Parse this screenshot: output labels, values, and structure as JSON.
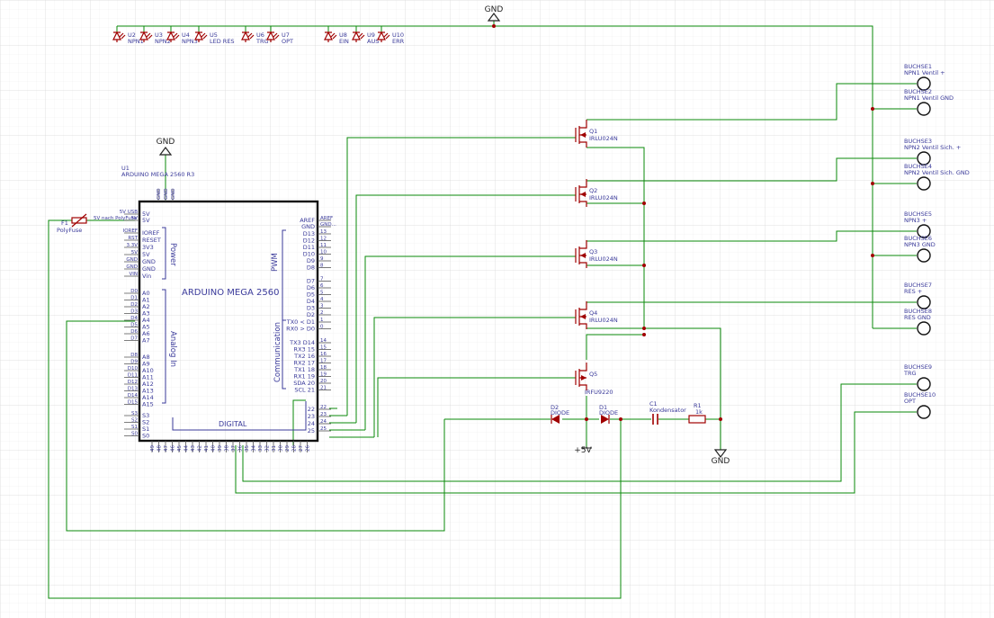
{
  "net_gnd": "GND",
  "net_5v": "+5V",
  "arduino": {
    "ref": "U1",
    "value": "ARDUINO MEGA 2560 R3",
    "title": "ARDUINO MEGA 2560",
    "group_power": "Power",
    "group_analog": "Analog In",
    "group_pwm": "PWM",
    "group_comm": "Communication",
    "group_digital": "DIGITAL",
    "left_pins_top": [
      "5V",
      "5V"
    ],
    "left_ext_top": [
      "5V USB",
      "5V"
    ],
    "power_pins": [
      "IOREF",
      "RESET",
      "3V3",
      "5V",
      "GND",
      "GND",
      "Vin"
    ],
    "power_ext": [
      "IOREF",
      "RST",
      "3.3V",
      "5V",
      "GND",
      "GND",
      "VIN"
    ],
    "analog_pins": [
      "A0",
      "A1",
      "A2",
      "A3",
      "A4",
      "A5",
      "A6",
      "A7",
      "A8",
      "A9",
      "A10",
      "A11",
      "A12",
      "A13",
      "A14",
      "A15"
    ],
    "analog_ext": [
      "D0",
      "D1",
      "D2",
      "D3",
      "D4",
      "D5",
      "D6",
      "D7",
      "D8",
      "D9",
      "D10",
      "D11",
      "D12",
      "D13",
      "D14",
      "D15"
    ],
    "spi_pins": [
      "S3",
      "S2",
      "S1",
      "S0"
    ],
    "right_top_ext": [
      "AREF",
      "GND..."
    ],
    "right_top_pins": [
      "AREF",
      "GND"
    ],
    "pwm_pins": [
      "D13",
      "D12",
      "D11",
      "D10",
      "D9",
      "D8",
      "",
      "D7",
      "D6",
      "D5",
      "D4",
      "D3",
      "D2"
    ],
    "pwm_ext": [
      "13",
      "12",
      "11",
      "10",
      "9",
      "8",
      "",
      "7",
      "6",
      "5",
      "4",
      "3",
      "2"
    ],
    "tx_pins": [
      "TX0 < D1",
      "RX0 > D0"
    ],
    "tx_ext": [
      "1",
      "0"
    ],
    "comm_pins": [
      "TX3 D14",
      "RX3 15",
      "TX2 16",
      "RX2 17",
      "TX1 18",
      "RX1 19",
      "SDA 20",
      "SCL 21"
    ],
    "comm_ext": [
      "14",
      "15",
      "16",
      "17",
      "18",
      "19",
      "20",
      "21"
    ],
    "dig_right": [
      "22",
      "23",
      "24",
      "25"
    ],
    "top_gnd_pins": [
      "GND",
      "GND",
      "GND"
    ],
    "bottom_pins": [
      "49",
      "48",
      "47",
      "46",
      "45",
      "44",
      "43",
      "42",
      "41",
      "40",
      "39",
      "38",
      "37",
      "36",
      "35",
      "34",
      "33",
      "32",
      "31",
      "30",
      "29",
      "28",
      "27",
      "26"
    ]
  },
  "polyfuse": {
    "ref": "F1",
    "value": "PolyFuse",
    "net": "5V nach PolyFuse"
  },
  "leds": [
    {
      "ref": "U2",
      "label": "NPN1"
    },
    {
      "ref": "U3",
      "label": "NPN2"
    },
    {
      "ref": "U4",
      "label": "NPN3"
    },
    {
      "ref": "U5",
      "label": "LED RES"
    },
    {
      "ref": "U6",
      "label": "TRG"
    },
    {
      "ref": "U7",
      "label": "OPT"
    },
    {
      "ref": "U8",
      "label": "EIN"
    },
    {
      "ref": "U9",
      "label": "AUS"
    },
    {
      "ref": "U10",
      "label": "ERR"
    }
  ],
  "mosfets": [
    {
      "ref": "Q1",
      "value": "IRLU024N"
    },
    {
      "ref": "Q2",
      "value": "IRLU024N"
    },
    {
      "ref": "Q3",
      "value": "IRLU024N"
    },
    {
      "ref": "Q4",
      "value": "IRLU024N"
    },
    {
      "ref": "Q5",
      "value": "IRFU9220"
    }
  ],
  "diodes": [
    {
      "ref": "D2",
      "value": "DIODE"
    },
    {
      "ref": "D1",
      "value": "DIODE"
    }
  ],
  "capacitor": {
    "ref": "C1",
    "value": "Kondensator"
  },
  "resistor": {
    "ref": "R1",
    "value": "1k"
  },
  "sockets": [
    {
      "ref": "BUCHSE1",
      "label": "NPN1 Ventil +"
    },
    {
      "ref": "BUCHSE2",
      "label": "NPN1 Ventil GND"
    },
    {
      "ref": "BUCHSE3",
      "label": "NPN2 Ventil Sich. +"
    },
    {
      "ref": "BUCHSE4",
      "label": "NPN2 Ventil Sich. GND"
    },
    {
      "ref": "BUCHSE5",
      "label": "NPN3 +"
    },
    {
      "ref": "BUCHSE6",
      "label": "NPN3 GND"
    },
    {
      "ref": "BUCHSE7",
      "label": "RES +"
    },
    {
      "ref": "BUCHSE8",
      "label": "RES GND"
    },
    {
      "ref": "BUCHSE9",
      "label": "TRG"
    },
    {
      "ref": "BUCHSE10",
      "label": "OPT"
    }
  ],
  "colors": {
    "wire": "#0a8a0a",
    "symbol": "#a00000",
    "chip_outline": "#111111",
    "label": "#3a3a9a",
    "grid": "#e6e6e6"
  }
}
